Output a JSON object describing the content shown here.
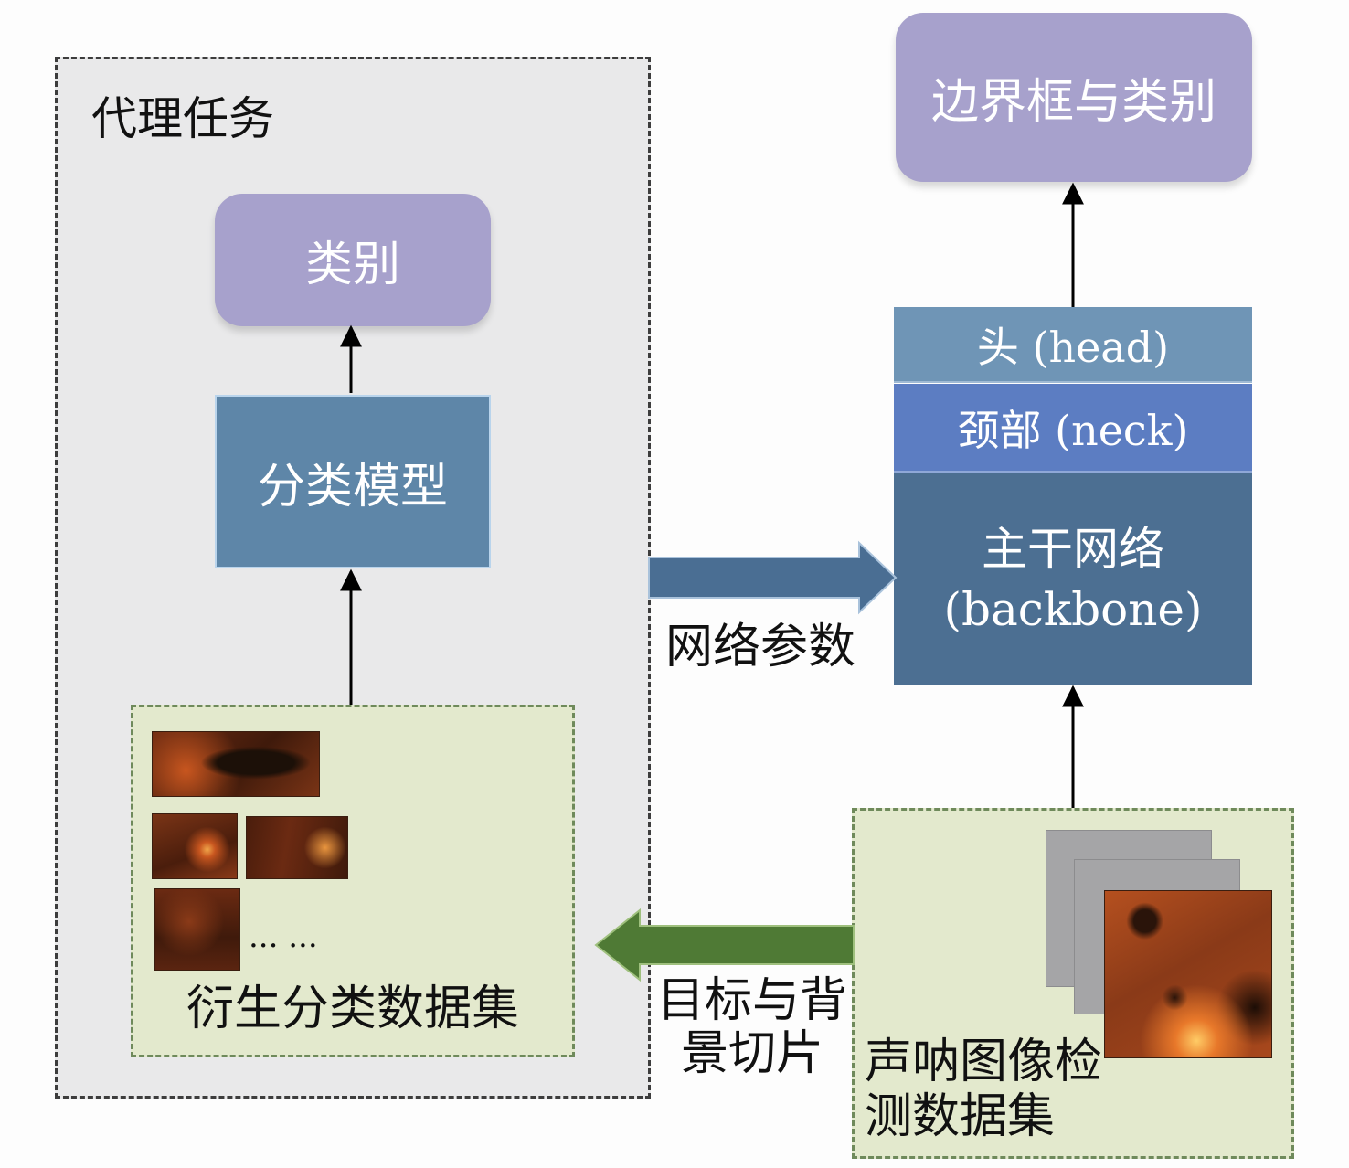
{
  "proxy_task": {
    "title": "代理任务",
    "category_label": "类别",
    "classification_model_label": "分类模型",
    "derived_dataset_label": "衍生分类数据集",
    "ellipsis": "... ..."
  },
  "detector": {
    "output_label": "边界框与类别",
    "head_label": "头 (head)",
    "neck_label": "颈部 (neck)",
    "backbone_label_cn": "主干网络",
    "backbone_label_en": "(backbone)"
  },
  "flows": {
    "network_params_label": "网络参数",
    "slices_label": "目标与背景切片"
  },
  "detection_dataset": {
    "label": "声呐图像检测数据集"
  },
  "colors": {
    "purple_box": "#a7a1cc",
    "model_blue": "#5e86a8",
    "head_blue": "#6f95b6",
    "neck_blue": "#5c7dc2",
    "backbone_blue": "#4c6f92",
    "params_arrow": "#4a6e93",
    "slices_arrow": "#4f7a35",
    "dataset_green": "#e3e9cd",
    "panel_gray": "#e9e9ea"
  }
}
